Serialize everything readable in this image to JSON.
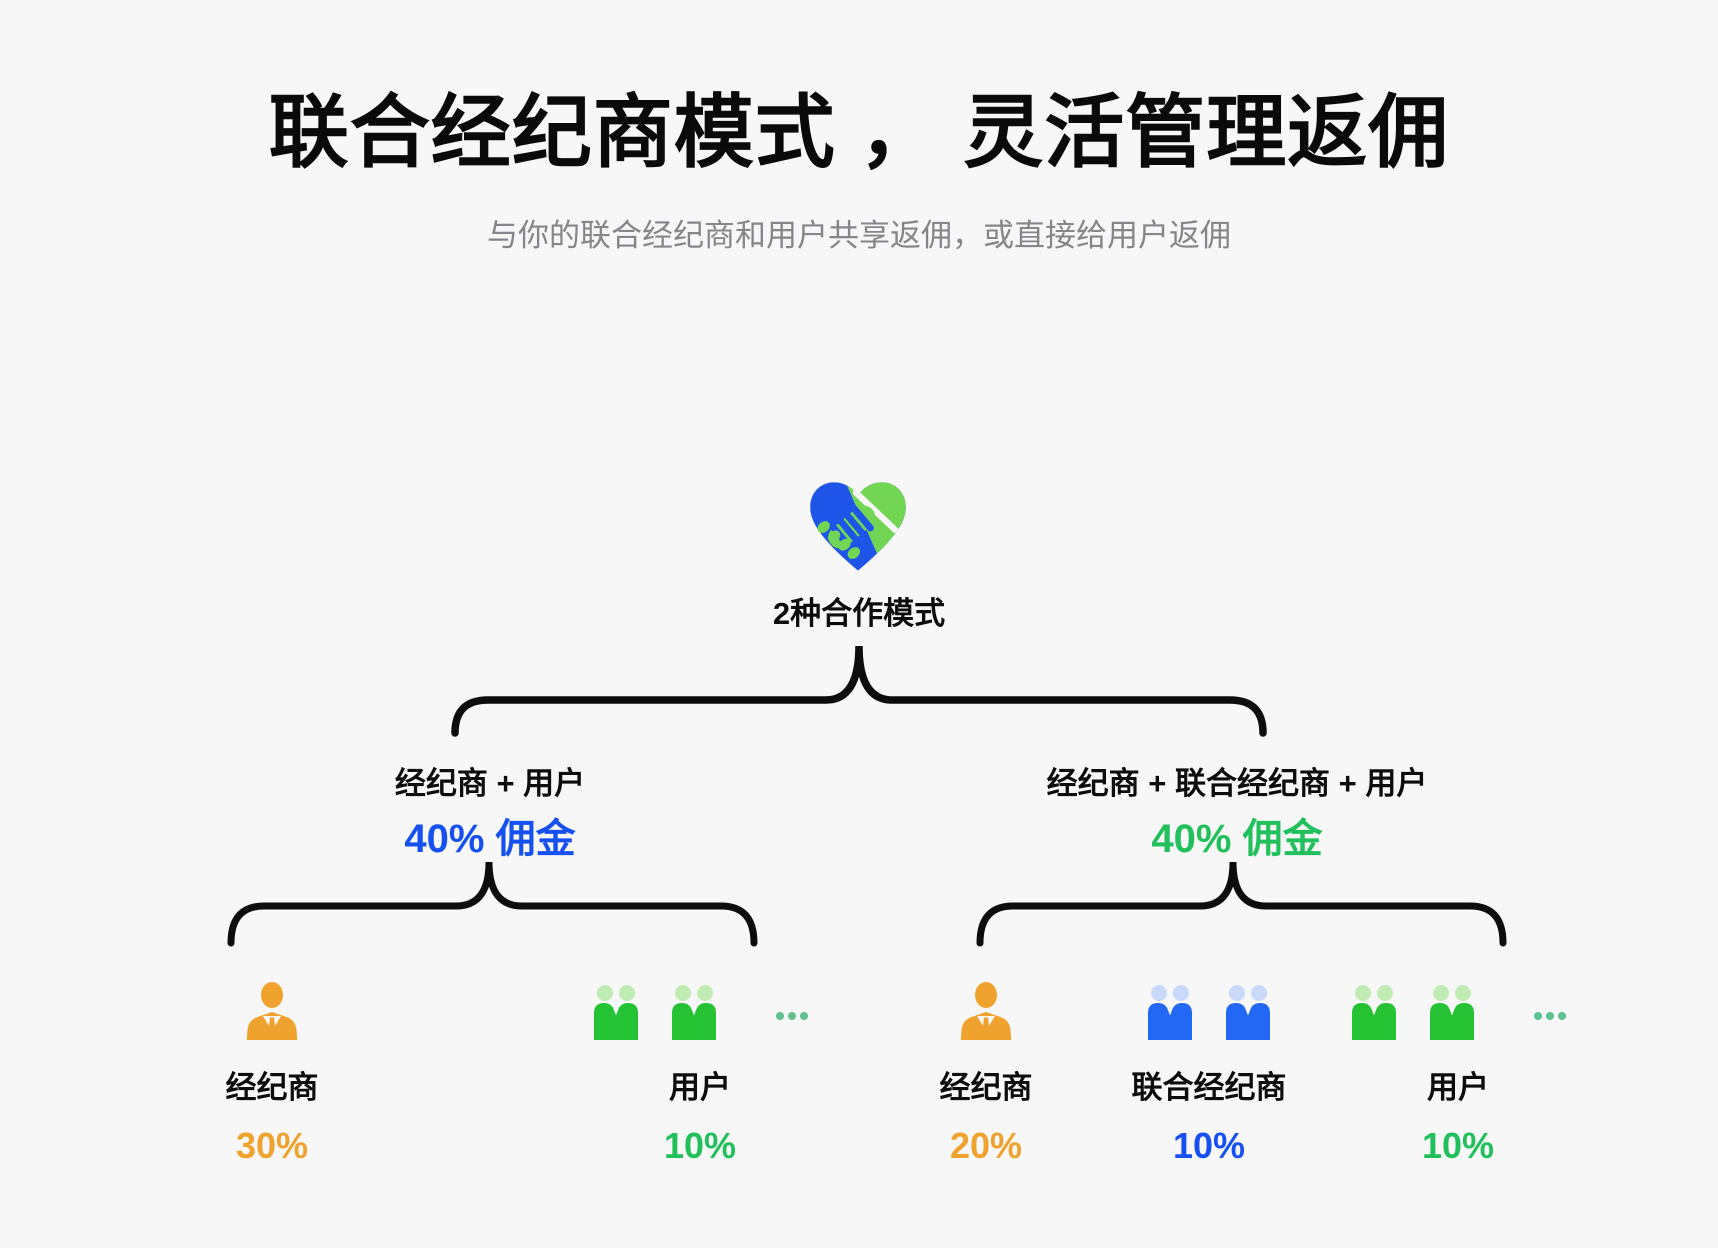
{
  "header": {
    "title": "联合经纪商模式 ， 灵活管理返佣",
    "subtitle": "与你的联合经纪商和用户共享返佣，或直接给用户返佣"
  },
  "tree": {
    "root_icon": "handshake-heart-icon",
    "root_label": "2种合作模式",
    "modes": [
      {
        "name": "经纪商 + 用户",
        "commission": "40% 佣金",
        "commission_color": "#1650f0",
        "participants": [
          {
            "label": "经纪商",
            "share": "30%",
            "share_color": "#f0a22e",
            "icon": "broker-person-icon",
            "icon_count": 1
          },
          {
            "label": "用户",
            "share": "10%",
            "share_color": "#21c05c",
            "icon": "user-pair-icon",
            "icon_count": 2,
            "more_indicator": "···"
          }
        ]
      },
      {
        "name": "经纪商 + 联合经纪商 + 用户",
        "commission": "40% 佣金",
        "commission_color": "#21c05c",
        "participants": [
          {
            "label": "经纪商",
            "share": "20%",
            "share_color": "#f0a22e",
            "icon": "broker-person-icon",
            "icon_count": 1
          },
          {
            "label": "联合经纪商",
            "share": "10%",
            "share_color": "#1650f0",
            "icon": "subbroker-pair-icon",
            "icon_count": 2
          },
          {
            "label": "用户",
            "share": "10%",
            "share_color": "#21c05c",
            "icon": "user-pair-icon",
            "icon_count": 2,
            "more_indicator": "···"
          }
        ]
      }
    ]
  },
  "palette": {
    "background": "#f7f7f8",
    "text_primary": "#0d0d0d",
    "text_secondary": "#85858a",
    "blue": "#1650f0",
    "green": "#21c05c",
    "orange": "#f0a22e",
    "people_green_body": "#25c234",
    "people_green_head": "#c0ecb4",
    "people_blue_body": "#2268f5",
    "people_blue_head": "#c9d9fa",
    "heart_blue": "#1e55e8",
    "heart_green": "#72d554",
    "ellipsis_green": "#5fc18d",
    "brace_black": "#0d0d0d"
  }
}
